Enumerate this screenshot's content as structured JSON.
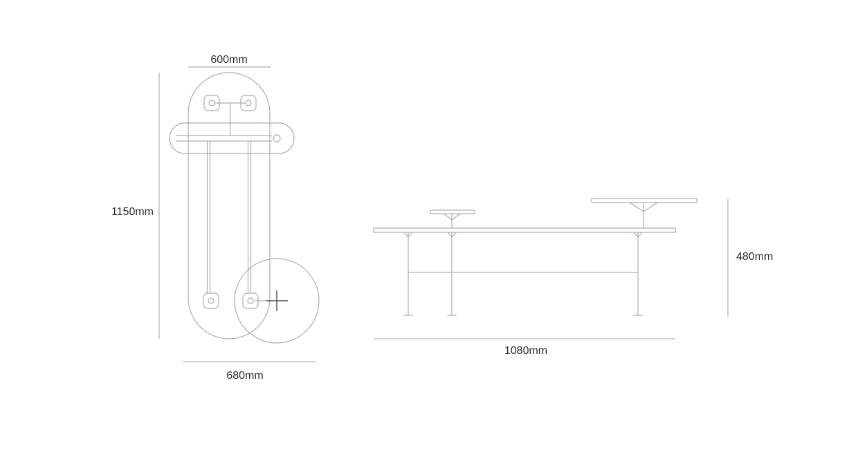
{
  "document": {
    "type": "technical-dimension-drawing",
    "subject": "bench with attached round side tables, plan and elevation views"
  },
  "colors": {
    "line": "#a6adb4",
    "dimension_line": "#9aa1a8",
    "accent_cross": "#4d4d4d",
    "text": "#2d2d2d",
    "background": "#ffffff"
  },
  "plan_view": {
    "top_width_label": "600mm",
    "length_label": "1150mm",
    "bottom_width_label": "680mm"
  },
  "elevation_view": {
    "width_label": "1080mm",
    "height_label": "480mm"
  }
}
